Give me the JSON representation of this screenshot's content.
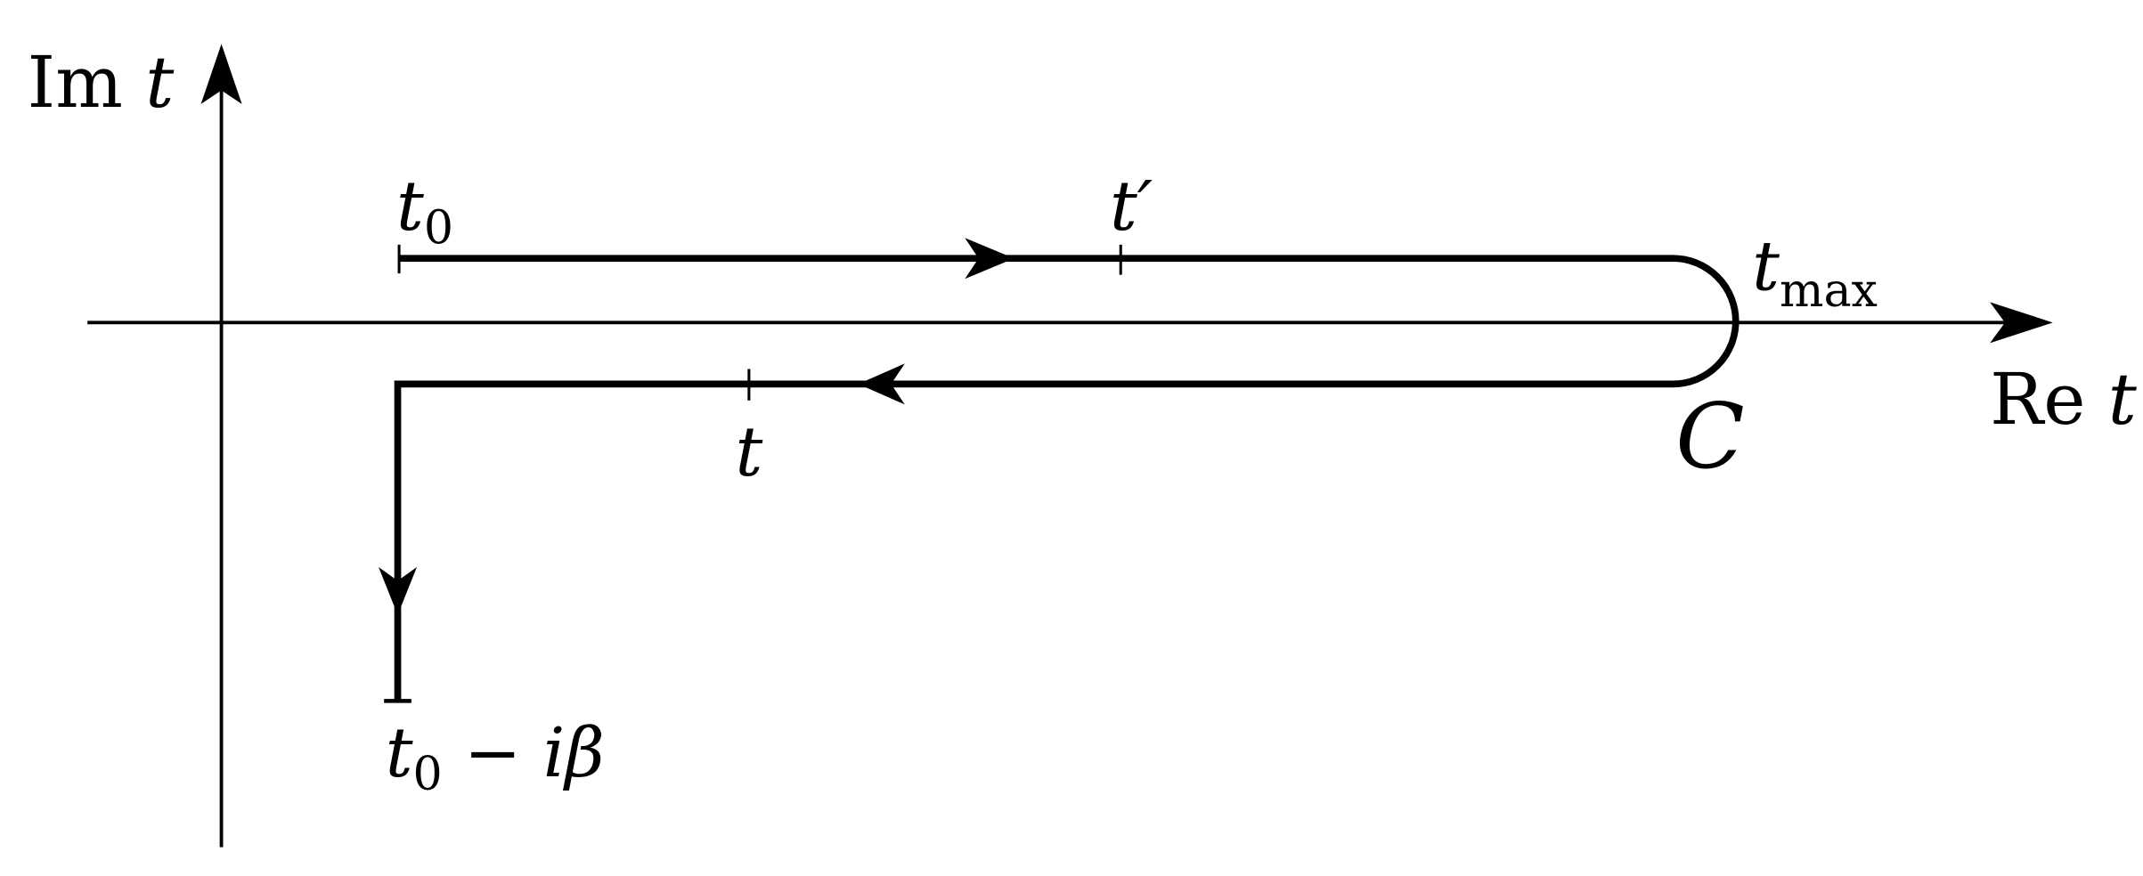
{
  "labels": {
    "im_axis": "Im",
    "im_var": "t",
    "re_axis": "Re",
    "re_var": "t",
    "t0": "t",
    "t0_sub": "0",
    "t_prime": "t′",
    "t_max": "t",
    "t_max_sub": "max",
    "t_point": "t",
    "contour": "C",
    "t_end": "t",
    "t_end_sub": "0",
    "t_end_rest": " − iβ"
  },
  "colors": {
    "stroke": "#000000",
    "background": "#ffffff"
  }
}
